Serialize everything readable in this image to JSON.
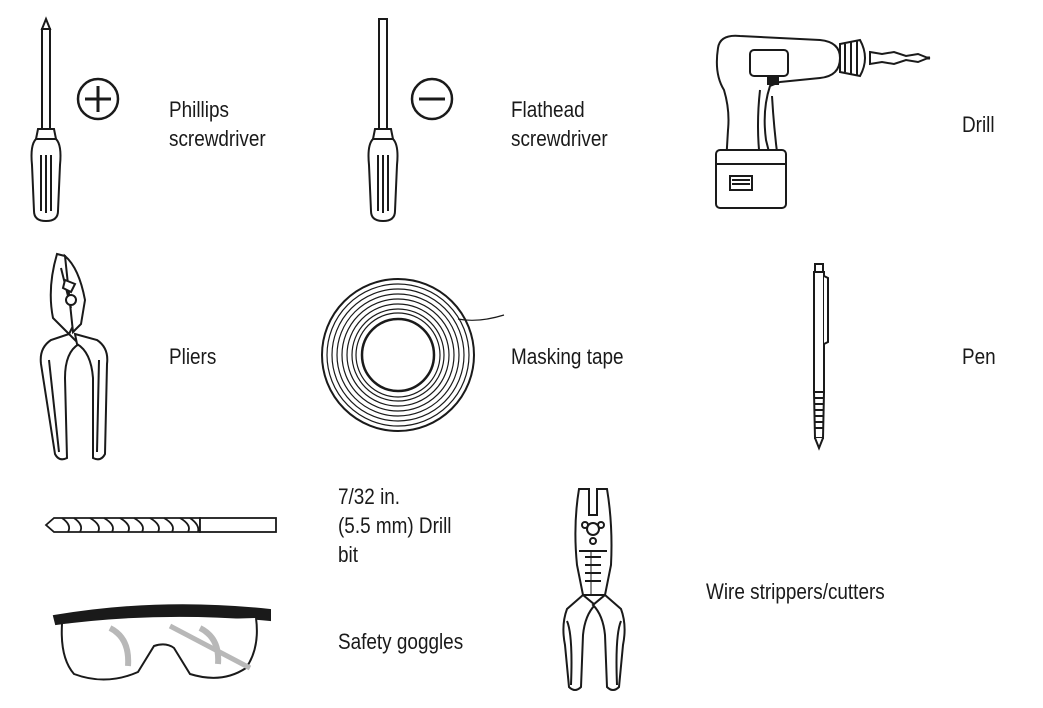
{
  "tools": {
    "phillips": {
      "line1": "Phillips",
      "line2": "screwdriver",
      "icon": "phillips-screwdriver-icon"
    },
    "flathead": {
      "line1": "Flathead",
      "line2": "screwdriver",
      "icon": "flathead-screwdriver-icon"
    },
    "drill": {
      "label": "Drill",
      "icon": "drill-icon"
    },
    "pliers": {
      "label": "Pliers",
      "icon": "pliers-icon"
    },
    "tape": {
      "label": "Masking tape",
      "icon": "masking-tape-icon"
    },
    "pen": {
      "label": "Pen",
      "icon": "pen-icon"
    },
    "drill_bit": {
      "line1": "7/32 in.",
      "line2": "(5.5 mm) Drill",
      "line3": "bit",
      "icon": "drill-bit-icon"
    },
    "goggles": {
      "label": "Safety goggles",
      "icon": "safety-goggles-icon"
    },
    "wire_strippers": {
      "label": "Wire strippers/cutters",
      "icon": "wire-strippers-icon"
    }
  },
  "colors": {
    "stroke": "#1a1a1a",
    "fill": "#ffffff",
    "shade": "#b8b8b8"
  }
}
